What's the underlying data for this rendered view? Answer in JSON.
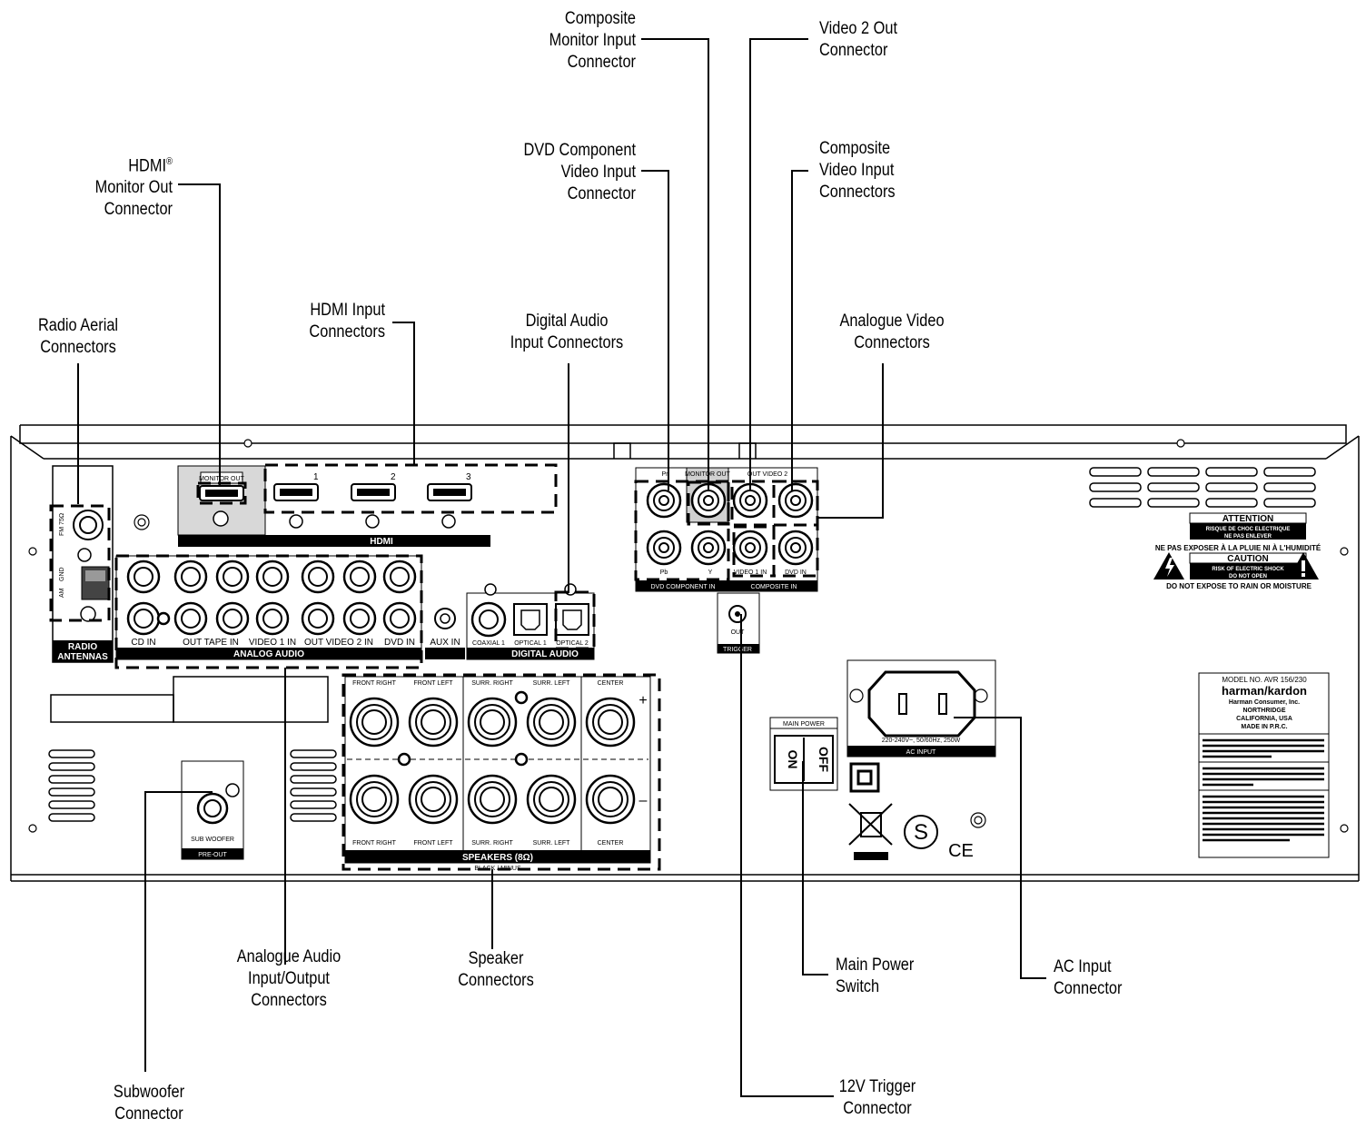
{
  "callouts": {
    "composite_monitor": [
      "Composite",
      "Monitor Input",
      "Connector"
    ],
    "video2_out": [
      "Video 2 Out",
      "Connector"
    ],
    "hdmi_monitor": [
      "HDMI",
      "Monitor Out",
      "Connector"
    ],
    "dvd_component": [
      "DVD Component",
      "Video Input",
      "Connector"
    ],
    "composite_video": [
      "Composite",
      "Video Input",
      "Connectors"
    ],
    "radio_aerial": [
      "Radio Aerial",
      "Connectors"
    ],
    "hdmi_input": [
      "HDMI Input",
      "Connectors"
    ],
    "digital_audio": [
      "Digital Audio",
      "Input Connectors"
    ],
    "analogue_video": [
      "Analogue Video",
      "Connectors"
    ],
    "analogue_audio": [
      "Analogue Audio",
      "Input/Output",
      "Connectors"
    ],
    "speaker": [
      "Speaker",
      "Connectors"
    ],
    "main_power": [
      "Main Power",
      "Switch"
    ],
    "ac_input": [
      "AC Input",
      "Connector"
    ],
    "subwoofer": [
      "Subwoofer",
      "Connector"
    ],
    "trigger": [
      "12V Trigger",
      "Connector"
    ]
  },
  "hdmi_reg_mark": "®",
  "panel": {
    "radio": {
      "fm": "FM 75Ω",
      "am": "AM",
      "gnd": "GND",
      "label1": "RADIO",
      "label2": "ANTENNAS"
    },
    "hdmi": {
      "monitor_out": "MONITOR OUT",
      "logo": "HDMI",
      "inputs": [
        "1",
        "2",
        "3"
      ]
    },
    "analog": {
      "jacks": [
        "CD IN",
        "OUT   TAPE   IN",
        "VIDEO 1 IN",
        "OUT  VIDEO 2  IN",
        "DVD IN"
      ],
      "title": "ANALOG AUDIO"
    },
    "aux": "AUX IN",
    "digital": {
      "coax": "COAXIAL 1",
      "opt1": "OPTICAL 1",
      "opt2": "OPTICAL 2",
      "title": "DIGITAL AUDIO"
    },
    "video": {
      "pr": "Pr",
      "monitor_out": "MONITOR OUT",
      "video2": "OUT  VIDEO 2",
      "pb": "Pb",
      "y": "Y",
      "video1": "VIDEO 1 IN",
      "dvd": "DVD IN",
      "component": "DVD COMPONENT IN",
      "composite": "COMPOSITE IN"
    },
    "trigger": {
      "out": "OUT",
      "title": "TRIGGER"
    },
    "attention": {
      "title": "ATTENTION",
      "line1": "RISQUE DE CHOC ELECTRIQUE",
      "line2": "NE PAS ENLEVER",
      "line3": "NE PAS EXPOSER À LA PLUIE NI À L'HUMIDITÉ",
      "caution": "CAUTION",
      "line4": "RISK OF ELECTRIC SHOCK",
      "line5": "DO NOT OPEN",
      "line6": "DO NOT EXPOSE TO RAIN OR MOISTURE"
    },
    "speakers": {
      "top": [
        "FRONT RIGHT",
        "FRONT LEFT",
        "SURR. RIGHT",
        "SURR. LEFT",
        "CENTER"
      ],
      "bottom": [
        "FRONT RIGHT",
        "FRONT LEFT",
        "SURR. RIGHT",
        "SURR. LEFT",
        "CENTER"
      ],
      "title": "SPEAKERS (8Ω)",
      "sub": "BLACK / MINUS",
      "plus": "+",
      "minus": "–"
    },
    "subwoofer": {
      "label": "SUB WOOFER",
      "title": "PRE-OUT"
    },
    "power": {
      "title": "MAIN POWER",
      "on": "ON",
      "off": "OFF"
    },
    "ac": {
      "rating": "220-240V~, 50/60Hz, 250W",
      "title": "AC INPUT"
    },
    "model": {
      "number": "MODEL NO. AVR 156/230",
      "brand": "harman/kardon",
      "company": "Harman Consumer, Inc.",
      "city": "NORTHRIDGE",
      "state": "CALIFORNIA, USA",
      "made": "MADE IN P.R.C."
    },
    "safety_s": "S",
    "ce": "CE"
  }
}
